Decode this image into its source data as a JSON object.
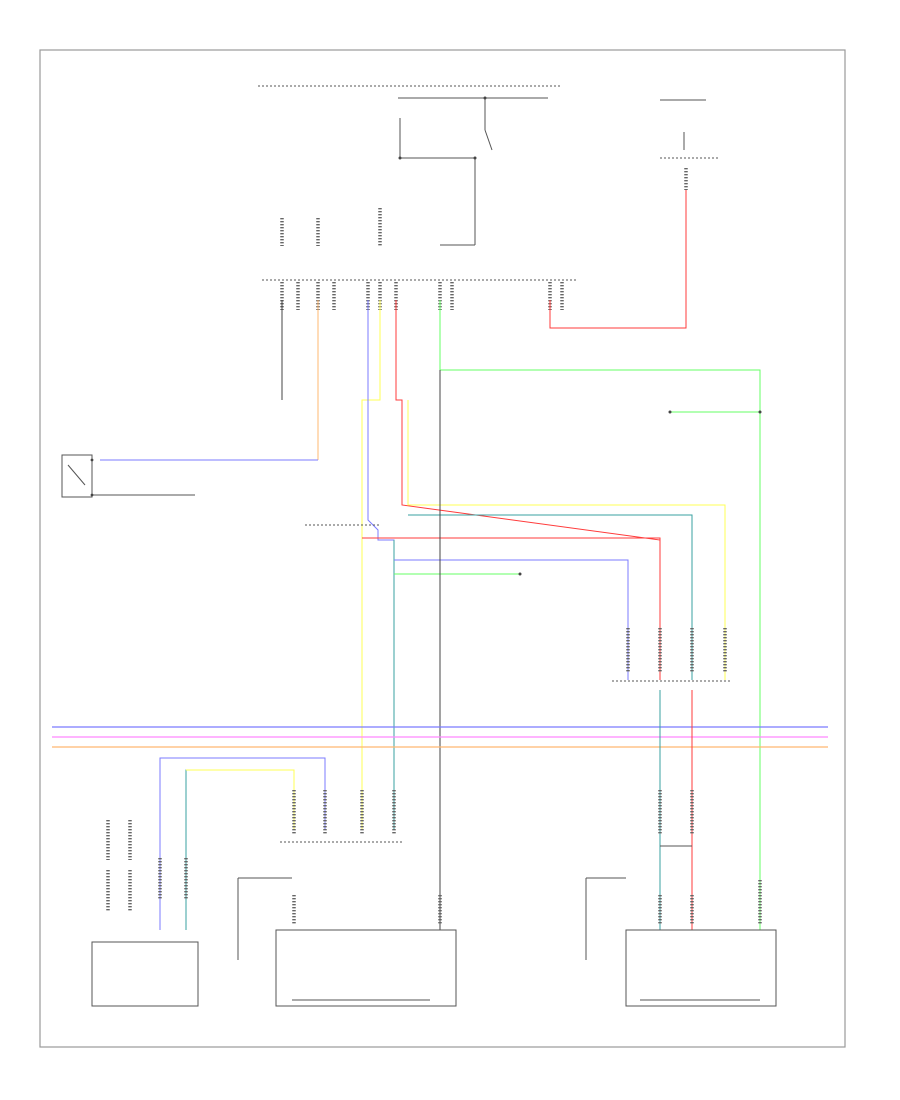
{
  "diagram": {
    "page_code": "",
    "colors": {
      "red": "#ff3b3b",
      "orange": "#ffb870",
      "blue": "#7b7bff",
      "yellow": "#ffff55",
      "teal": "#3aa0a0",
      "green": "#66ff66",
      "pink": "#ff88ff",
      "gray": "#444444"
    },
    "components": [
      {
        "id": "top-ground-switch",
        "text": ""
      },
      {
        "id": "top-right-fuse",
        "text": ""
      },
      {
        "id": "left-limit-switch",
        "text": ""
      },
      {
        "id": "mid-junction",
        "text": ""
      },
      {
        "id": "right-connector-top",
        "text": ""
      },
      {
        "id": "right-connector-mid",
        "text": ""
      },
      {
        "id": "mid-right-connector",
        "text": ""
      },
      {
        "id": "left-module-connector",
        "text": ""
      },
      {
        "id": "right-module-connector",
        "text": ""
      },
      {
        "id": "bus-bar",
        "text": ""
      },
      {
        "id": "control-module",
        "text": ""
      },
      {
        "id": "left-front-door-lock-actuator",
        "text": ""
      },
      {
        "id": "right-front-door-lock-actuator",
        "text": ""
      }
    ]
  }
}
